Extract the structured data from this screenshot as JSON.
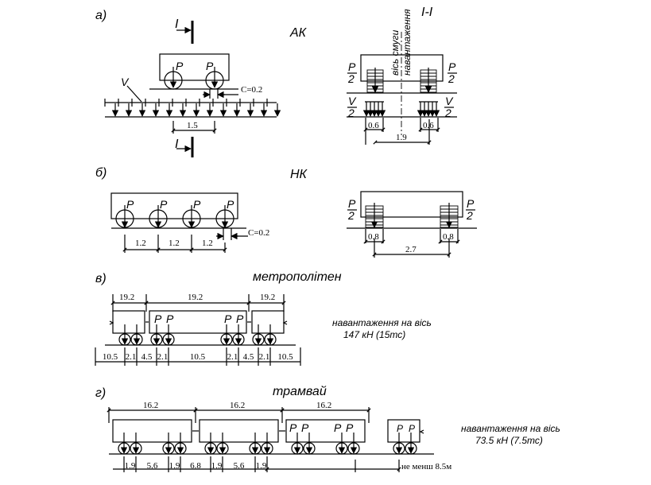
{
  "sec_a": {
    "label": "а)",
    "title": "АК",
    "cut_label": "І-І",
    "cut_mark": "I",
    "p": "P",
    "v": "V",
    "c": "C=0.2",
    "wheel_gap": "1.5",
    "p_num": "P",
    "p_den": "2",
    "v_num": "V",
    "v_den": "2",
    "axis_line1": "вісь смуги",
    "axis_line2": "навантаження",
    "d1": "0.6",
    "d2": "0.6",
    "d3": "1.9"
  },
  "sec_b": {
    "label": "б)",
    "title": "НК",
    "p": "P",
    "c": "C=0.2",
    "d1": "1.2",
    "d2": "1.2",
    "d3": "1.2",
    "p_num": "P",
    "p_den": "2",
    "e1": "0.8",
    "e2": "0.8",
    "e3": "2.7"
  },
  "sec_v": {
    "label": "в)",
    "title": "метрополітен",
    "car": "19.2",
    "p": "P",
    "dims": [
      "10.5",
      "2.1",
      "4.5",
      "2.1",
      "10.5",
      "2.1",
      "4.5",
      "2.1",
      "10.5"
    ],
    "note1": "навантаження на вісь",
    "note2": "147 кН (15тс)"
  },
  "sec_g": {
    "label": "г)",
    "title": "трамвай",
    "car": "16.2",
    "p": "P",
    "dims": [
      "1.9",
      "5.6",
      "1.9",
      "6.8",
      "1.9",
      "5.6",
      "1.9"
    ],
    "min": "не менш 8.5м",
    "note1": "навантаження на вісь",
    "note2": "73.5 кН (7.5тс)"
  }
}
